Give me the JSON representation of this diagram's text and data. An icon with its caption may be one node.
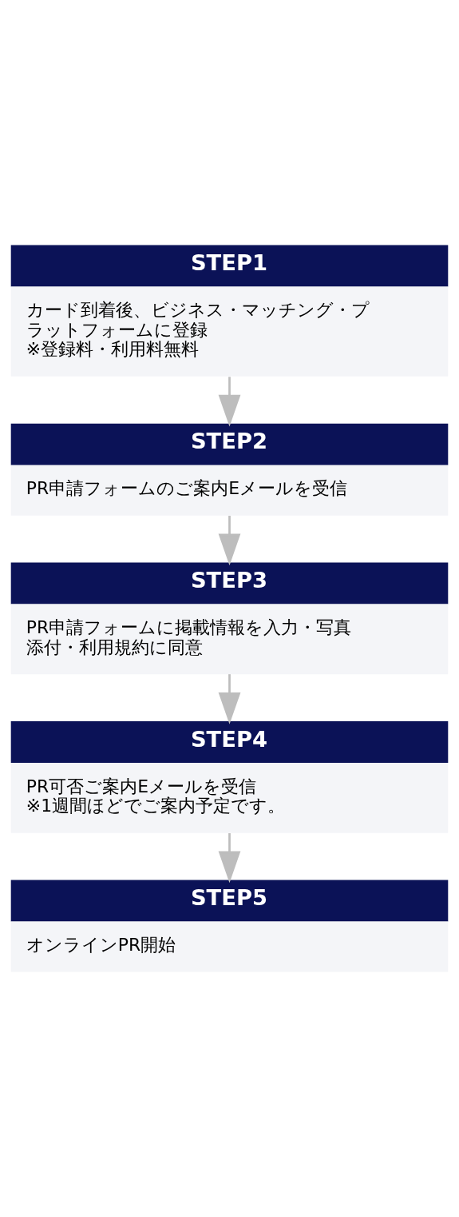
{
  "diagram": {
    "nodes": [
      {
        "text": [
          "STEP1",
          "カード到着後、ビジネス・マッチング・プラットフォームに登録",
          "※登録料・利用料無料"
        ]
      },
      {
        "text": [
          "STEP2",
          "PR申請フォームのご案内Eメールを受信"
        ]
      },
      {
        "text": [
          "STEP3",
          "PR申請フォームに掲載情報を入力・写真添付・利用規約に同意"
        ]
      },
      {
        "text": [
          "STEP4",
          "PR可否ご案内Eメールを受信",
          "※1週間ほどでご案内予定です。"
        ]
      },
      {
        "text": [
          "STEP5",
          "オンラインPR開始"
        ]
      }
    ],
    "edges": [
      {
        "from": 0,
        "to": 1,
        "arrow": "to"
      },
      {
        "from": 1,
        "to": 2,
        "arrow": "to"
      },
      {
        "from": 2,
        "to": 3,
        "arrow": "to"
      },
      {
        "from": 3,
        "to": 4,
        "arrow": "to"
      }
    ]
  }
}
